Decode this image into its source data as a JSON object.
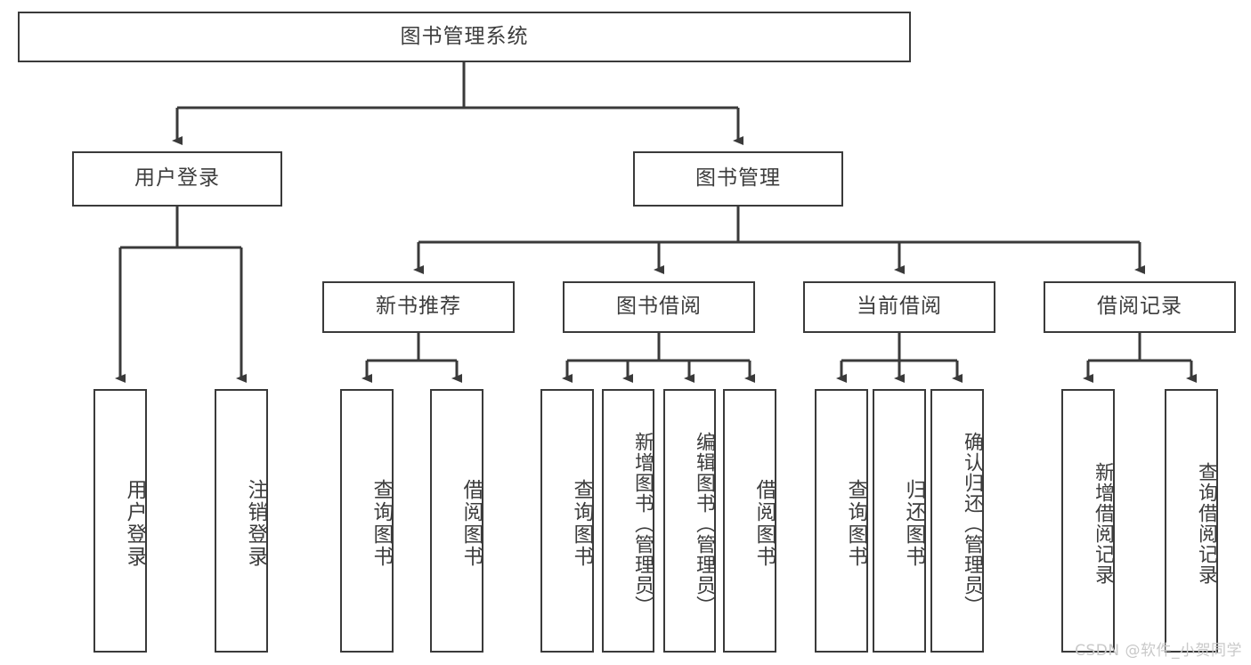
{
  "diagram": {
    "title": "图书管理系统",
    "watermark": "CSDN @软件_小贺同学",
    "stroke_color": "#3a3a3a",
    "text_color": "#3d3d3d",
    "background_color": "#ffffff",
    "root": {
      "label": "图书管理系统"
    },
    "level2": [
      {
        "label": "用户登录"
      },
      {
        "label": "图书管理"
      }
    ],
    "level3": [
      {
        "label": "新书推荐"
      },
      {
        "label": "图书借阅"
      },
      {
        "label": "当前借阅"
      },
      {
        "label": "借阅记录"
      }
    ],
    "leaves": [
      {
        "label": "用户登录",
        "parent": "用户登录"
      },
      {
        "label": "注销登录",
        "parent": "用户登录"
      },
      {
        "label": "查询图书",
        "parent": "新书推荐"
      },
      {
        "label": "借阅图书",
        "parent": "新书推荐"
      },
      {
        "label": "查询图书",
        "parent": "图书借阅"
      },
      {
        "label": "新增图书（管理员）",
        "parent": "图书借阅"
      },
      {
        "label": "编辑图书（管理员）",
        "parent": "图书借阅"
      },
      {
        "label": "借阅图书",
        "parent": "图书借阅"
      },
      {
        "label": "查询图书",
        "parent": "当前借阅"
      },
      {
        "label": "归还图书",
        "parent": "当前借阅"
      },
      {
        "label": "确认归还（管理员）",
        "parent": "当前借阅"
      },
      {
        "label": "新增借阅记录",
        "parent": "借阅记录"
      },
      {
        "label": "查询借阅记录",
        "parent": "借阅记录"
      }
    ]
  }
}
